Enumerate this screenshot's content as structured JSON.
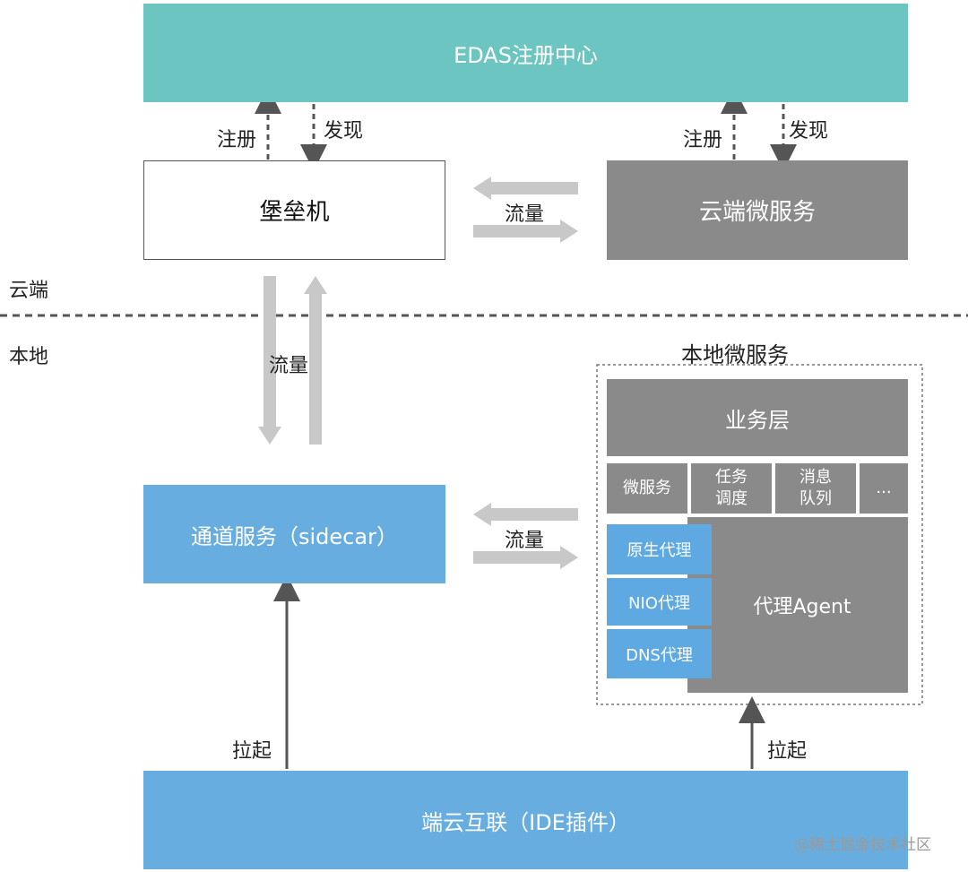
{
  "registry": "EDAS注册中心",
  "bastion": "堡垒机",
  "cloud_service": "云端微服务",
  "sidecar": "通道服务（sidecar）",
  "ide_plugin": "端云互联（IDE插件）",
  "zone_cloud": "云端",
  "zone_local": "本地",
  "local_group_title": "本地微服务",
  "business_layer": "业务层",
  "components": [
    "微服务",
    "任务\n调度",
    "消息\n队列",
    "..."
  ],
  "proxy_items": [
    "原生代理",
    "NIO代理",
    "DNS代理"
  ],
  "agent": "代理Agent",
  "edge_labels": {
    "register_left": "注册",
    "discover_left": "发现",
    "register_right": "注册",
    "discover_right": "发现",
    "traffic_top": "流量",
    "traffic_vertical": "流量",
    "traffic_mid": "流量",
    "launch_left": "拉起",
    "launch_right": "拉起"
  },
  "watermark": "@稀土掘金技术社区"
}
